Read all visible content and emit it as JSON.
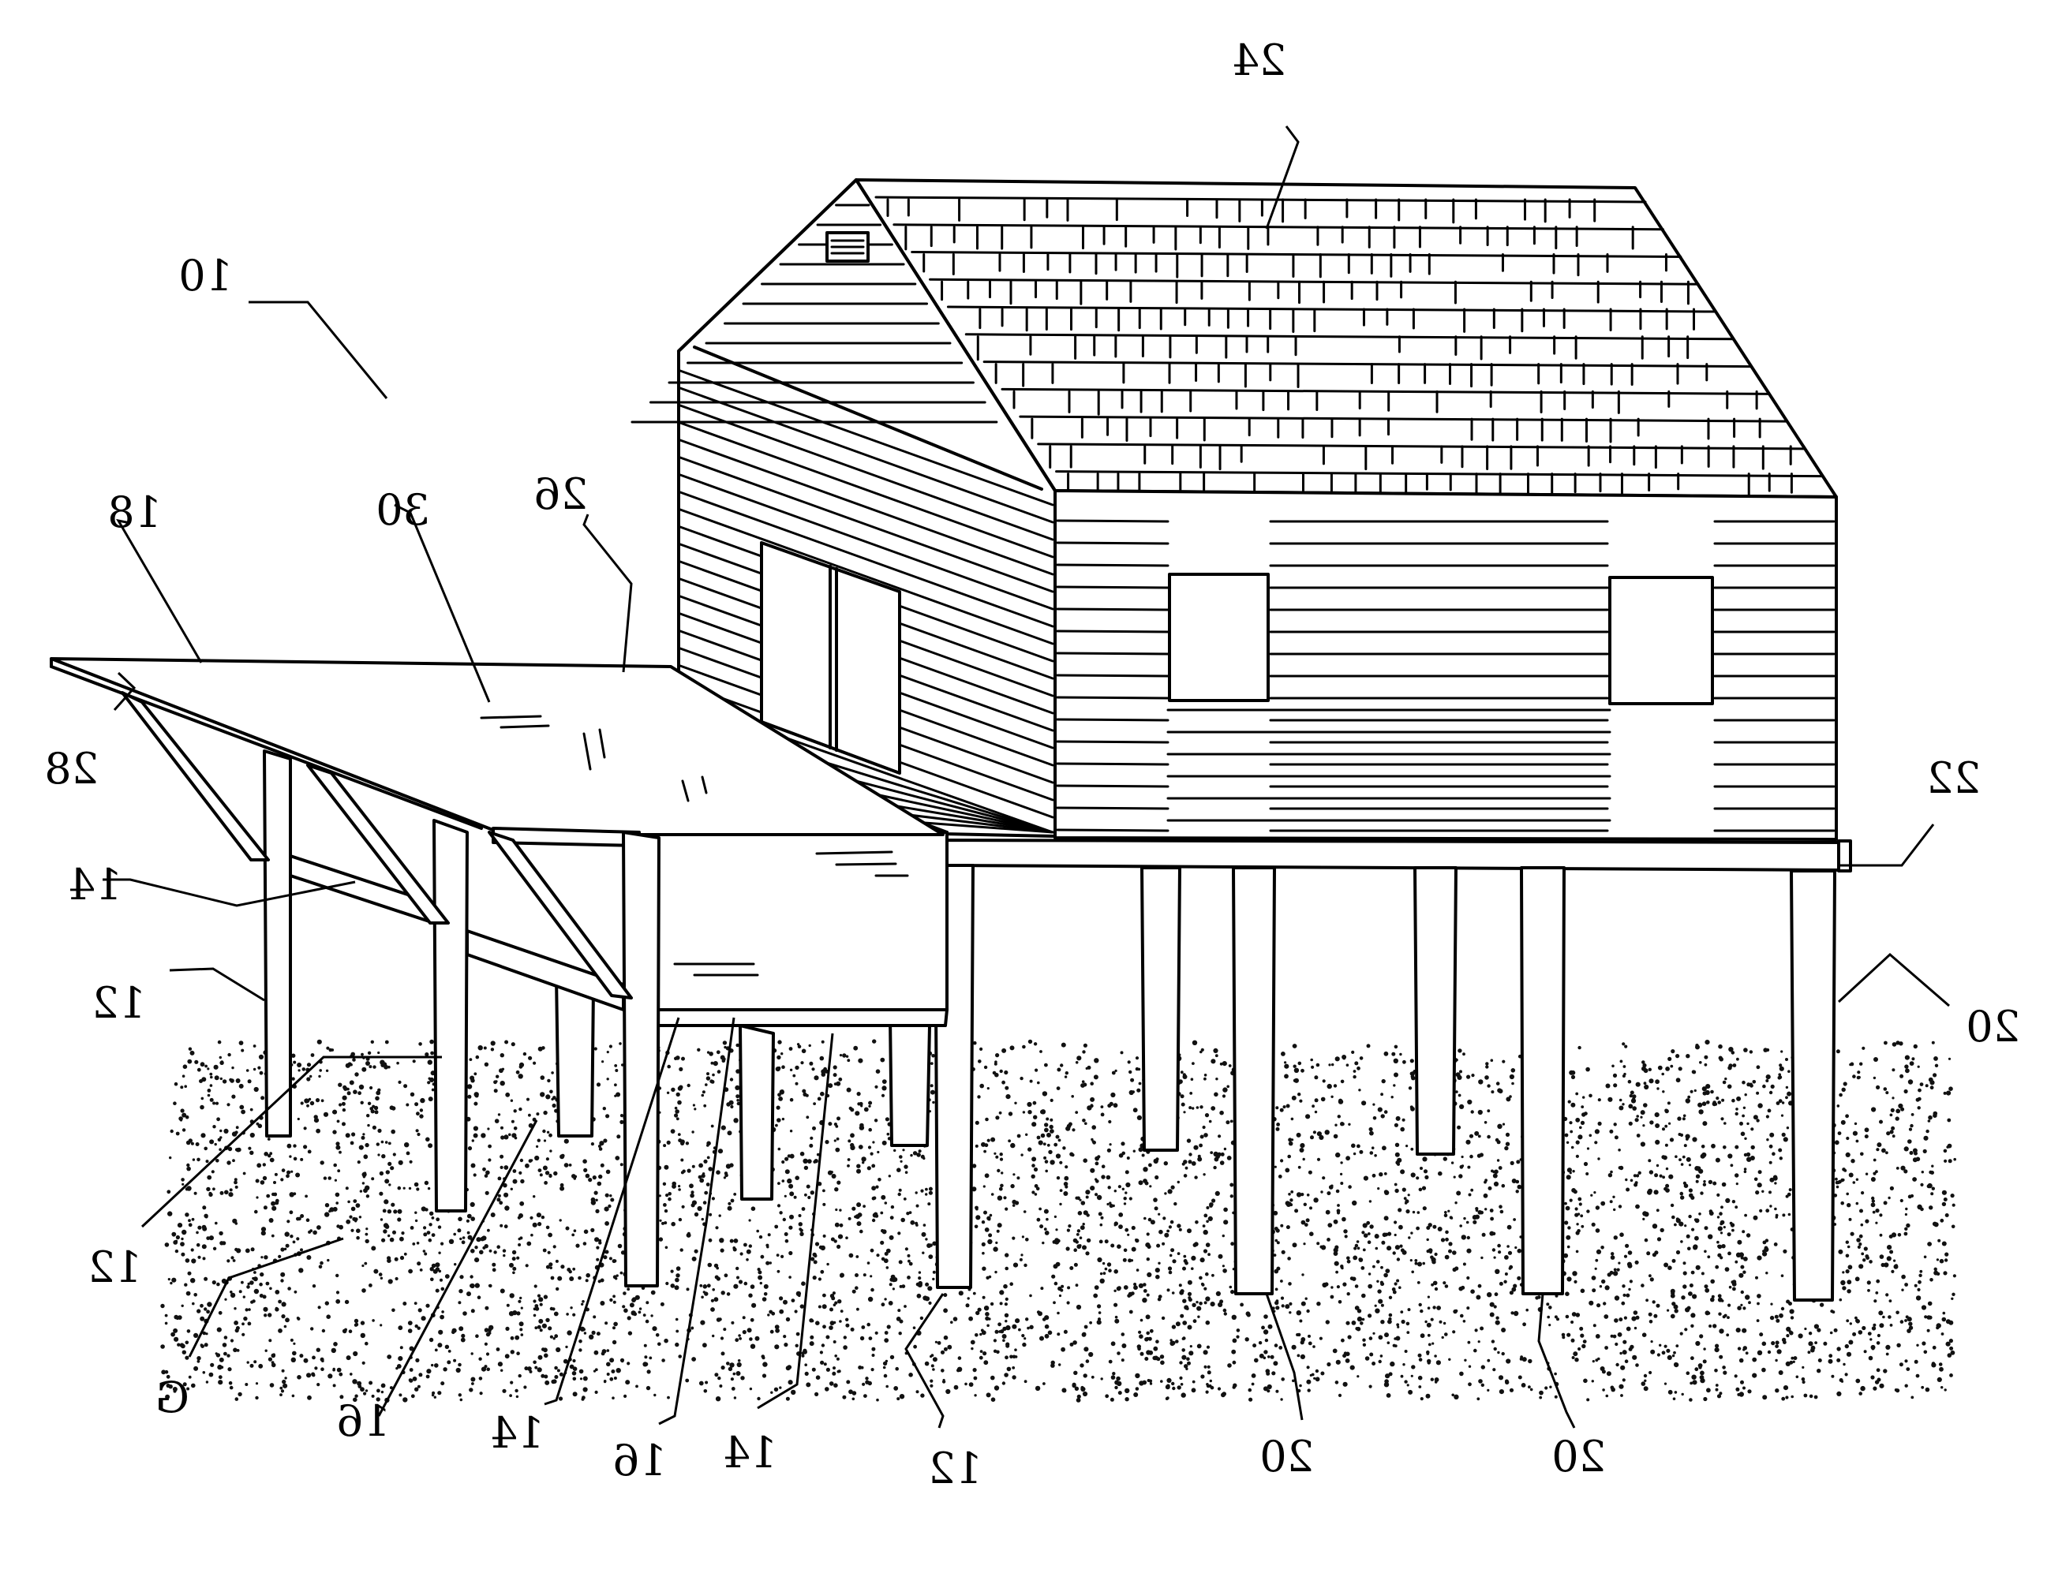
{
  "refs": {
    "r10": "10",
    "r12a": "12",
    "r12b": "12",
    "r12c": "12",
    "r14a": "14",
    "r14b": "14",
    "r14c": "14",
    "r16a": "16",
    "r16b": "16",
    "r18": "18",
    "r20a": "20",
    "r20b": "20",
    "r20c": "20",
    "r22": "22",
    "r24": "24",
    "r26": "26",
    "r28": "28",
    "r30": "30",
    "rG": "G"
  }
}
